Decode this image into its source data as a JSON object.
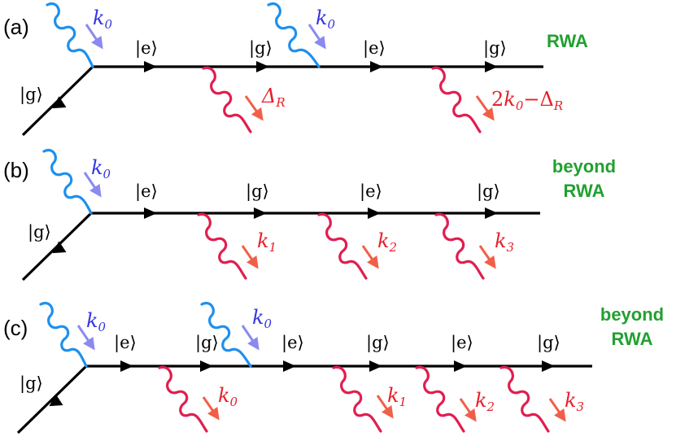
{
  "panels": [
    {
      "label": "(a)",
      "incoming_state": "|g⟩",
      "states": [
        "|e⟩",
        "|g⟩",
        "|e⟩",
        "|g⟩"
      ],
      "absorbed": [
        {
          "symbol": "k",
          "sub": "0"
        },
        {
          "symbol": "k",
          "sub": "0"
        }
      ],
      "emitted": [
        {
          "text": "Δ",
          "sub": "R"
        },
        {
          "text": "2k",
          "sub": "0",
          "rest": "−Δ",
          "sub2": "R"
        }
      ],
      "regime": [
        "RWA"
      ]
    },
    {
      "label": "(b)",
      "incoming_state": "|g⟩",
      "states": [
        "|e⟩",
        "|g⟩",
        "|e⟩",
        "|g⟩"
      ],
      "absorbed": [
        {
          "symbol": "k",
          "sub": "0"
        }
      ],
      "emitted": [
        {
          "symbol": "k",
          "sub": "1"
        },
        {
          "symbol": "k",
          "sub": "2"
        },
        {
          "symbol": "k",
          "sub": "3"
        }
      ],
      "regime": [
        "beyond",
        "RWA"
      ]
    },
    {
      "label": "(c)",
      "incoming_state": "|g⟩",
      "states": [
        "|e⟩",
        "|g⟩",
        "|e⟩",
        "|g⟩",
        "|e⟩",
        "|g⟩"
      ],
      "absorbed": [
        {
          "symbol": "k",
          "sub": "0"
        },
        {
          "symbol": "k",
          "sub": "0"
        }
      ],
      "emitted": [
        {
          "symbol": "k",
          "sub": "0"
        },
        {
          "symbol": "k",
          "sub": "1"
        },
        {
          "symbol": "k",
          "sub": "2"
        },
        {
          "symbol": "k",
          "sub": "3"
        }
      ],
      "regime": [
        "beyond",
        "RWA"
      ]
    }
  ],
  "colors": {
    "absorbed_wave": "#1e90ee",
    "absorbed_arrow": "#8a8af0",
    "absorbed_text": "#3535e0",
    "emitted_wave": "#e01e50",
    "emitted_arrow": "#f06048",
    "emitted_text": "#e8202a",
    "regime_text": "#22a030"
  }
}
